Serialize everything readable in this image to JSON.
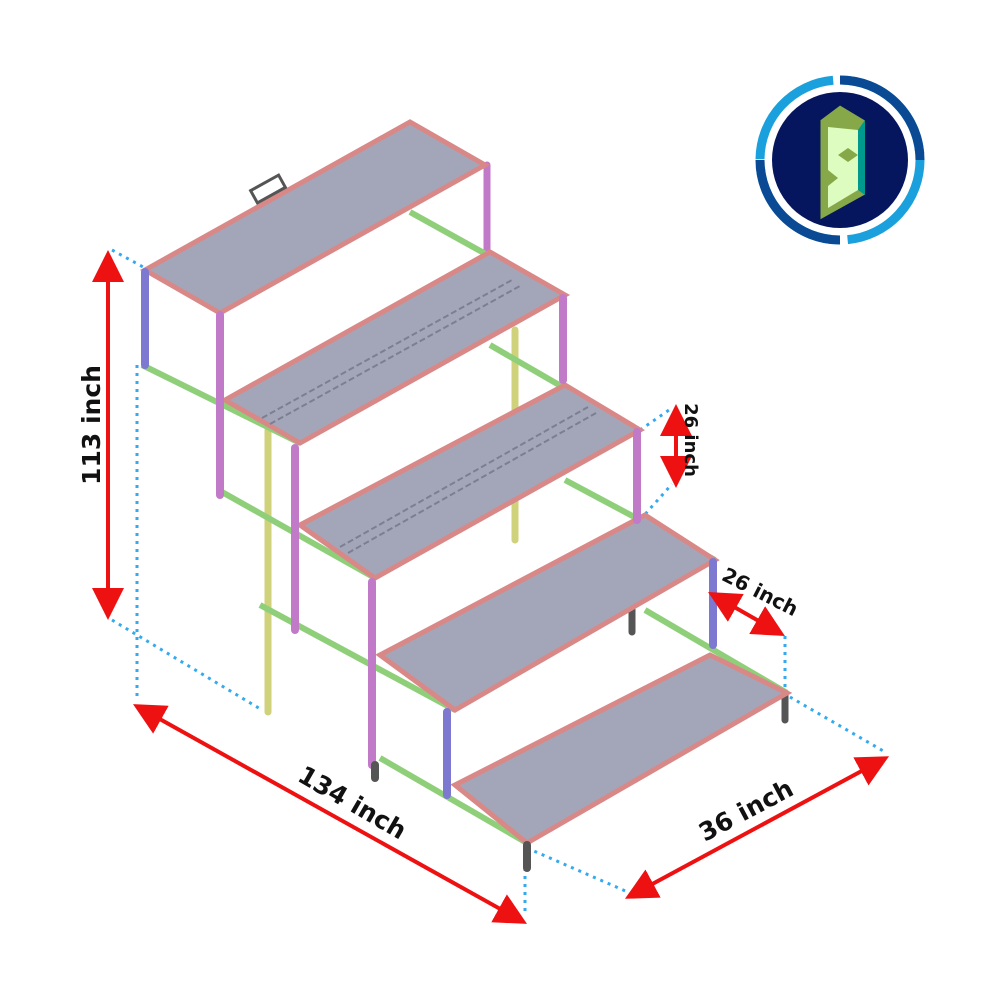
{
  "dimensions": {
    "height": "113 inch",
    "step_rise": "26 inch",
    "step_depth": "26 inch",
    "length": "134 inch",
    "width": "36 inch"
  },
  "colors": {
    "arrow": "#ee1111",
    "guide": "#33aaee",
    "deck": "#a3a6b8",
    "rail_red": "#d98888",
    "rail_green": "#8fcf7a",
    "post_purple": "#c07ac8",
    "post_blue": "#7d78d0",
    "post_olive": "#cfd27a",
    "logo_navy": "#06165e",
    "logo_ring_light": "#1aa0dc",
    "logo_ring_dark": "#0a4a94",
    "logo_green": "#86a848"
  },
  "logo": {
    "icon": "stair-s-logo"
  }
}
